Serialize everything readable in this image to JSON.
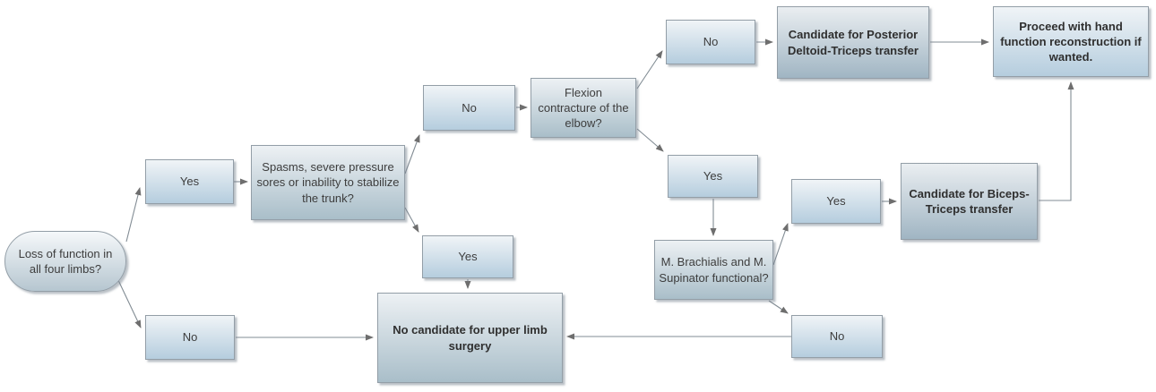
{
  "diagram": {
    "nodes": {
      "start": {
        "label": "Loss of function in all four limbs?",
        "shape": "terminator"
      },
      "yes1": {
        "label": "Yes",
        "shape": "process"
      },
      "no1": {
        "label": "No",
        "shape": "process"
      },
      "spasms": {
        "label": "Spasms, severe pressure sores or inability to stabilize the trunk?",
        "shape": "process"
      },
      "no2": {
        "label": "No",
        "shape": "process"
      },
      "yes2": {
        "label": "Yes",
        "shape": "process"
      },
      "flexion": {
        "label": "Flexion contracture of the elbow?",
        "shape": "process"
      },
      "no3": {
        "label": "No",
        "shape": "process"
      },
      "yes3": {
        "label": "Yes",
        "shape": "process"
      },
      "posterior": {
        "label": "Candidate for Posterior Deltoid-Triceps transfer",
        "shape": "process"
      },
      "proceed": {
        "label": "Proceed with hand function reconstruction if wanted.",
        "shape": "process"
      },
      "brachialis": {
        "label": "M. Brachialis and M. Supinator functional?",
        "shape": "process"
      },
      "yes4": {
        "label": "Yes",
        "shape": "process"
      },
      "biceps": {
        "label": "Candidate for Biceps-Triceps transfer",
        "shape": "process"
      },
      "no_candidate": {
        "label": "No candidate for upper limb surgery",
        "shape": "process"
      },
      "no4": {
        "label": "No",
        "shape": "process"
      }
    },
    "edges": [
      {
        "from": "start",
        "to": "yes1"
      },
      {
        "from": "start",
        "to": "no1"
      },
      {
        "from": "yes1",
        "to": "spasms"
      },
      {
        "from": "spasms",
        "to": "no2"
      },
      {
        "from": "spasms",
        "to": "yes2"
      },
      {
        "from": "no2",
        "to": "flexion"
      },
      {
        "from": "flexion",
        "to": "no3"
      },
      {
        "from": "flexion",
        "to": "yes3"
      },
      {
        "from": "no3",
        "to": "posterior"
      },
      {
        "from": "posterior",
        "to": "proceed"
      },
      {
        "from": "yes3",
        "to": "brachialis"
      },
      {
        "from": "brachialis",
        "to": "yes4"
      },
      {
        "from": "brachialis",
        "to": "no4"
      },
      {
        "from": "yes4",
        "to": "biceps"
      },
      {
        "from": "biceps",
        "to": "proceed"
      },
      {
        "from": "yes2",
        "to": "no_candidate"
      },
      {
        "from": "no1",
        "to": "no_candidate"
      },
      {
        "from": "no4",
        "to": "no_candidate"
      }
    ],
    "colors": {
      "background": "#ffffff",
      "line": "#828c94",
      "arrowhead": "#6e6e6e",
      "border": "#939ea7",
      "text": "#3d3d3d",
      "text_emphasis": "#2f2f2f",
      "blue_top": "#f0f4f7",
      "blue_bottom": "#b5cdde",
      "mid_top": "#edf1f4",
      "mid_bottom": "#a9bec9",
      "gray_top": "#eaeef1",
      "gray_bottom": "#a0b5c3",
      "oval_top": "#f5f8fa",
      "oval_bottom": "#b6c6d0"
    }
  }
}
